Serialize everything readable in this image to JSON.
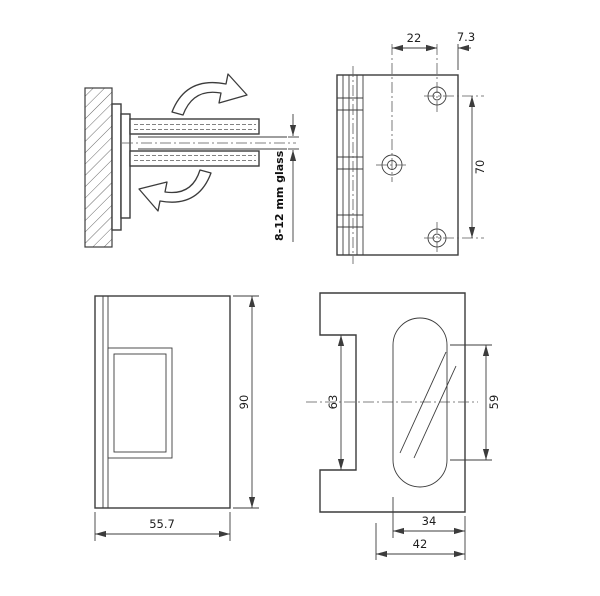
{
  "drawing": {
    "background": "#ffffff",
    "line_color": "#3c3c3c",
    "views": {
      "side_view": {
        "glass_thickness_label": "8-12 mm glass"
      },
      "plate_view": {
        "dim_hole_to_center": "22",
        "dim_hole_to_edge": "7.3",
        "dim_hole_spacing": "70"
      },
      "front_view": {
        "dim_height": "90",
        "dim_width": "55.7"
      },
      "section_view": {
        "dim_cutout_height": "63",
        "dim_knuckle_height": "59",
        "dim_width_inner": "34",
        "dim_width_outer": "42"
      }
    }
  }
}
